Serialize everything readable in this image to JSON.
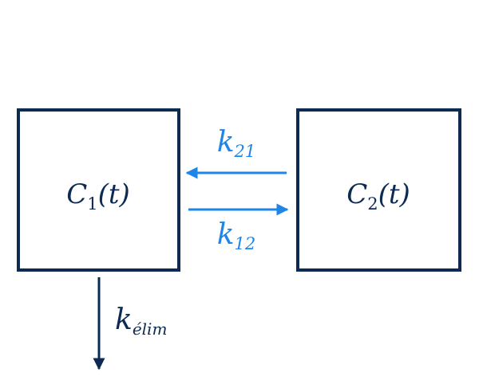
{
  "colors": {
    "navy": "#0d2b52",
    "blue": "#1f86e8",
    "background": "#ffffff"
  },
  "compartments": [
    {
      "id": "c1",
      "symbol": "C",
      "subscript": "1",
      "argument": "(t)"
    },
    {
      "id": "c2",
      "symbol": "C",
      "subscript": "2",
      "argument": "(t)"
    }
  ],
  "rates": {
    "k21": {
      "symbol": "k",
      "subscript": "21"
    },
    "k12": {
      "symbol": "k",
      "subscript": "12"
    },
    "kelim": {
      "symbol": "k",
      "subscript": "élim"
    }
  }
}
